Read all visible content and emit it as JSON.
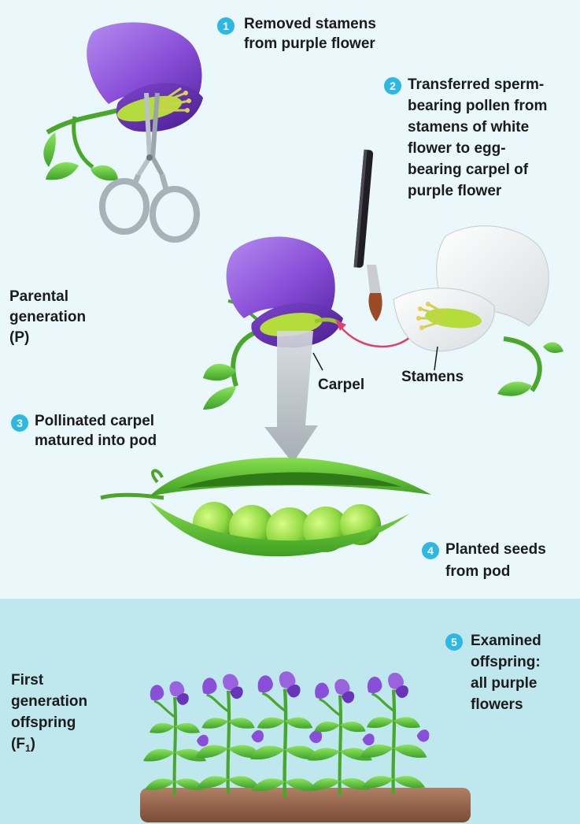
{
  "steps": [
    {
      "number": "1",
      "text": "Removed stamens\nfrom purple flower"
    },
    {
      "number": "2",
      "text": "Transferred sperm-\nbearing pollen from\nstamens of white\nflower to egg-\nbearing carpel of\npurple flower"
    },
    {
      "number": "3",
      "text": "Pollinated carpel\nmatured into pod"
    },
    {
      "number": "4",
      "text": "Planted seeds\nfrom pod"
    },
    {
      "number": "5",
      "text": "Examined\noffspring:\nall purple\nflowers"
    }
  ],
  "generations": {
    "parental": "Parental\ngeneration\n(P)",
    "first_prefix": "First\ngeneration\noffspring\n(F",
    "first_subscript": "1",
    "first_suffix": ")"
  },
  "labels": {
    "carpel": "Carpel",
    "stamens": "Stamens"
  },
  "colors": {
    "background_top": "#eaf7fb",
    "background_bottom": "#bfe7ee",
    "purple_flower": "#8a4fd8",
    "white_flower": "#f4f6f6",
    "leaf_green": "#5fc83a",
    "badge": "#2cb8e2",
    "soil": "#9b6a4d",
    "pollen_arrow": "#e0406a"
  }
}
